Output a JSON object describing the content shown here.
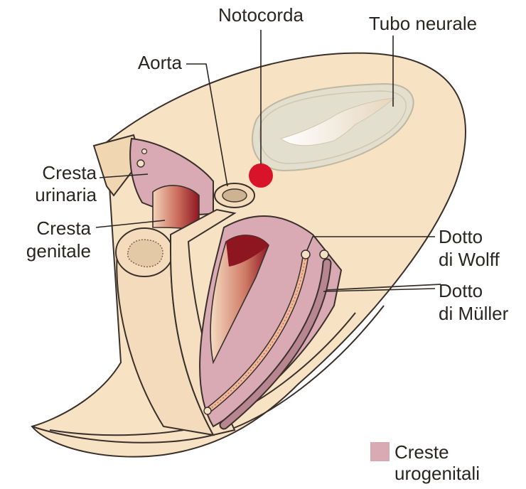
{
  "labels": {
    "notocorda": "Notocorda",
    "tubo_neurale": "Tubo neurale",
    "aorta": "Aorta",
    "cresta_urinaria_1": "Cresta",
    "cresta_urinaria_2": "urinaria",
    "cresta_genitale_1": "Cresta",
    "cresta_genitale_2": "genitale",
    "dotto_wolff_1": "Dotto",
    "dotto_wolff_2": "di Wolff",
    "dotto_muller_1": "Dotto",
    "dotto_muller_2": "di Müller"
  },
  "legend": {
    "line1": "Creste",
    "line2": "urogenitali"
  },
  "colors": {
    "tissue": "#f8e2c4",
    "tissue_dark": "#efcfa6",
    "urogenital": "#d9aab3",
    "urogenital_dark": "#b78690",
    "red_dark": "#8e1620",
    "notochord": "#d9142a",
    "neural_tube": "#e3dfcf",
    "outline": "#3a302b"
  }
}
